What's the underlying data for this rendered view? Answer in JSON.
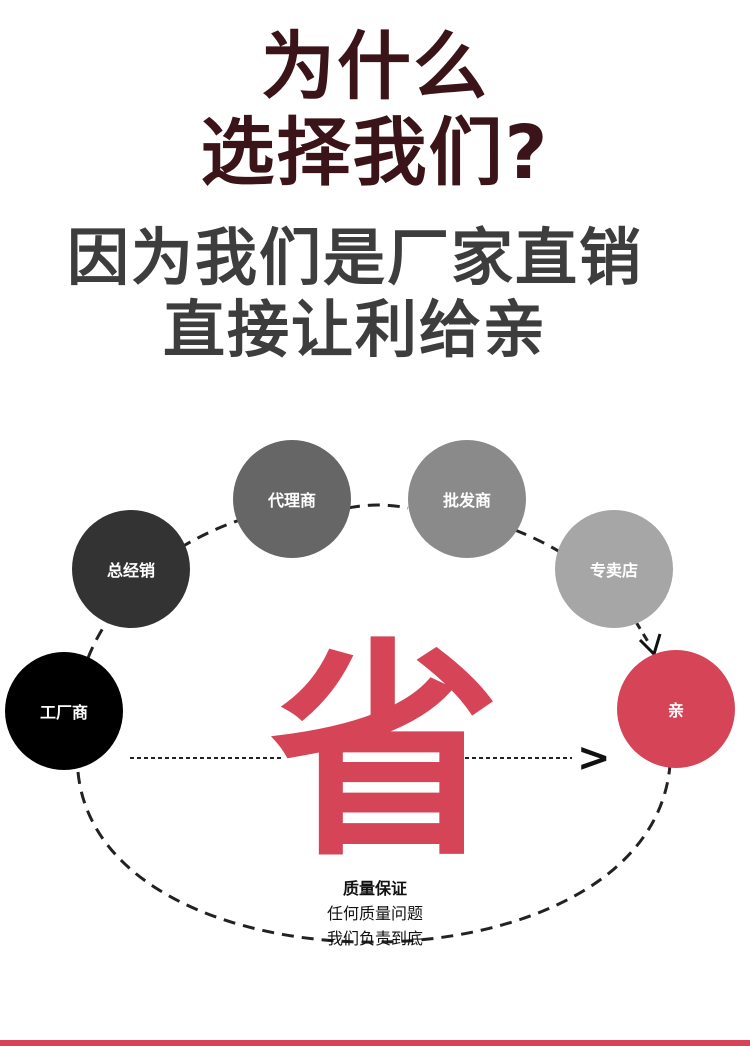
{
  "title": {
    "line1": "为什么",
    "line2": "选择我们?"
  },
  "subtitle": {
    "line1": "因为我们是厂家直销",
    "line2": "直接让利给亲"
  },
  "nodes": {
    "factory": "工厂商",
    "general_distributor": "总经销",
    "agent": "代理商",
    "wholesaler": "批发商",
    "store": "专卖店",
    "customer": "亲"
  },
  "center": {
    "char": "省"
  },
  "guarantee": {
    "title": "质量保证",
    "line1": "任何质量问题",
    "line2": "我们负责到底"
  },
  "colors": {
    "title": "#3a1418",
    "subtitle": "#3d3d3d",
    "accent": "#d64557",
    "factory": "#000000",
    "general_distributor": "#333333",
    "agent": "#666666",
    "wholesaler": "#8a8a8a",
    "store": "#a6a6a6",
    "customer": "#d64557"
  }
}
